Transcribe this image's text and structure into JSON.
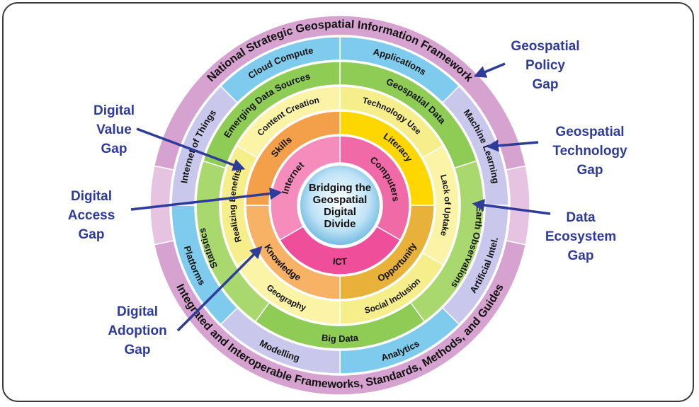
{
  "gaps": {
    "policy": "Geospatial\nPolicy\nGap",
    "technology": "Geospatial\nTechnology\nGap",
    "ecosystem": "Data\nEcosystem\nGap",
    "value": "Digital\nValue\nGap",
    "access": "Digital\nAccess\nGap",
    "adoption": "Digital\nAdoption\nGap"
  },
  "outer_ring": {
    "top": "National Strategic Geospatial Information Framework",
    "bottom": "Integrated and Interoperable Frameworks, Standards, Methods, and Guides"
  },
  "ring4": [
    "Applications",
    "Machine Learning",
    "Artificial Intel.",
    "Analytics",
    "Modelling",
    "Platforms",
    "Internet of Things",
    "Cloud Compute"
  ],
  "ring3": [
    "Geospatial Data",
    "Earth Observations",
    "Big Data",
    "Statistics",
    "Emerging Data Sources"
  ],
  "ring2": [
    "Technology Use",
    "Lack of Uptake",
    "Social Inclusion",
    "Geography",
    "Realizing Benefits",
    "Content Creation"
  ],
  "ring1": [
    "Literacy",
    "Opportunity",
    "Knowledge",
    "Skills"
  ],
  "ring0": [
    "Computers",
    "ICT",
    "Internet"
  ],
  "center": "Bridging the\nGeospatial\nDigital\nDivide",
  "colors": {
    "arrow": "#2e3b9a",
    "outer": "#d6a2cf",
    "ring4_blue": "#7fcbee",
    "ring4_lav": "#c9c8ec",
    "ring3": "#8fcc55",
    "ring2": "#f6ee8a",
    "ring1_orange": "#f7b266",
    "ring1_yellow": "#ffd700",
    "ring0": "#ee4e9a",
    "center": "#cde9f7"
  }
}
